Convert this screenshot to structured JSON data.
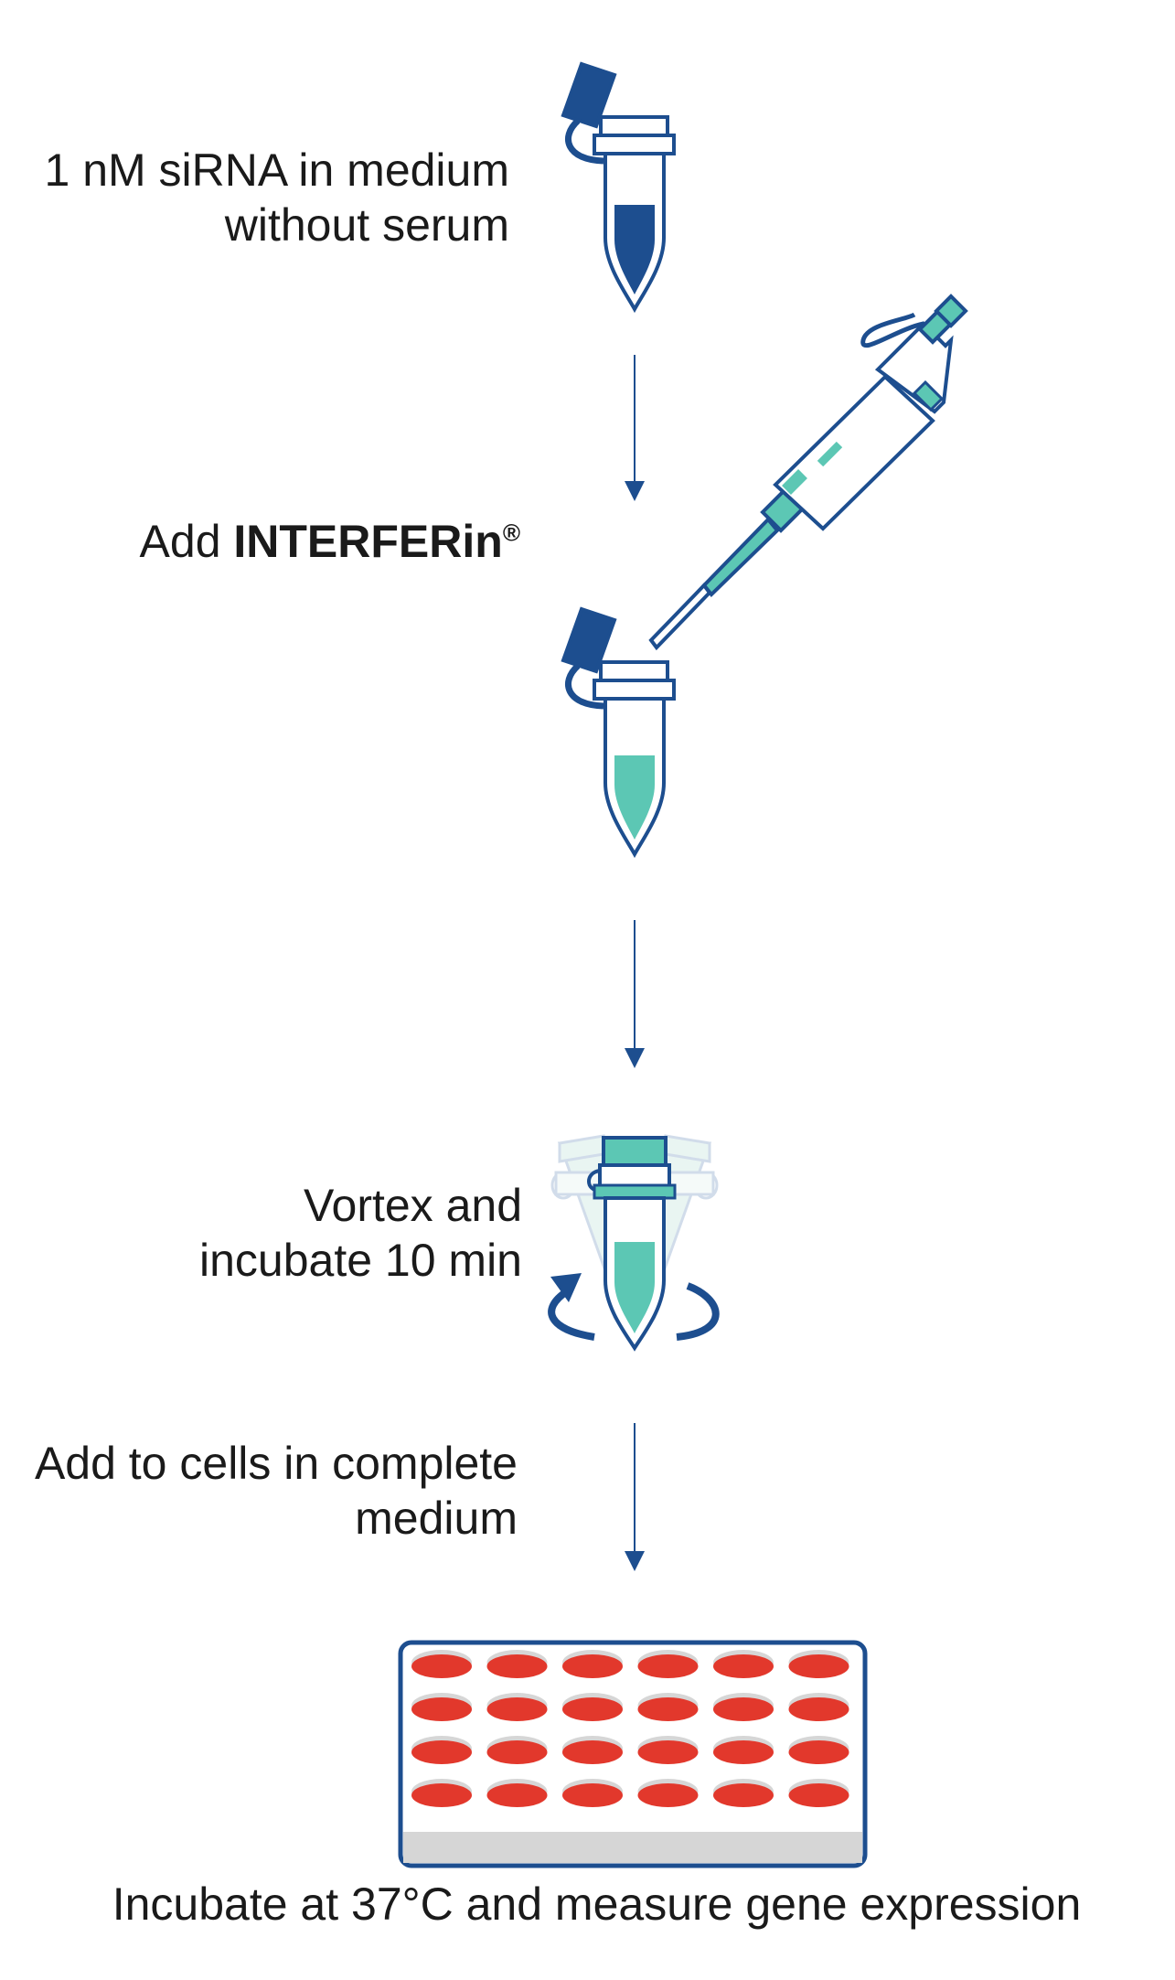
{
  "steps": {
    "step1": {
      "line1": "1 nM siRNA in medium",
      "line2": "without serum"
    },
    "step2": {
      "prefix": "Add ",
      "product": "INTERFERin",
      "mark": "®"
    },
    "step3": {
      "line1": "Vortex and",
      "line2": "incubate 10 min"
    },
    "step4": {
      "line1": "Add to cells in complete",
      "line2": "medium"
    }
  },
  "final": {
    "caption": "Incubate at 37°C and measure gene expression"
  },
  "colors": {
    "navy": "#1d4e8f",
    "teal": "#5cc7b4",
    "red": "#e2382c",
    "gray": "#d6d6d6"
  },
  "icons": [
    "tube-with-sirna-icon",
    "pipette-icon",
    "tube-with-mix-icon",
    "vortex-tube-icon",
    "well-plate-icon"
  ]
}
